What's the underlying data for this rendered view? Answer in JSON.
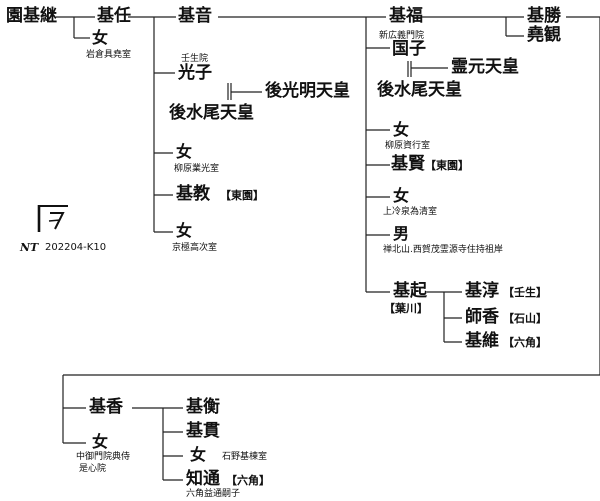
{
  "nodes": {
    "enkitsugu": "園基継",
    "mototada": "基任",
    "mototada_wife": "女",
    "mototada_wife_note": "岩倉具堯室",
    "motone": "基音",
    "motofuku": "基福",
    "motokatsu": "基勝",
    "takami": "堯観",
    "mibu_label": "壬生院",
    "mitsuko": "光子",
    "gokomyo": "後光明天皇",
    "gomizuno_1": "後水尾天皇",
    "daughter_yanagiwara": "女",
    "daughter_yanagiwara_note": "柳原業光室",
    "motonori": "基教",
    "motonori_tag": "【東園】",
    "daughter_kyogoku": "女",
    "daughter_kyogoku_note": "京極高次室",
    "shinkoki_label": "新広義門院",
    "kuniko": "国子",
    "reigen": "霊元天皇",
    "gomizuno_2": "後水尾天皇",
    "daughter_yanagiwara2": "女",
    "daughter_yanagiwara2_note": "柳原資行室",
    "motokata": "基賢",
    "motokata_tag": "【東園】",
    "daughter_reizei": "女",
    "daughter_reizei_note": "上冷泉為清室",
    "son": "男",
    "son_note": "禅北山.西賀茂霊源寺住持祖岸",
    "motooki": "基起",
    "motooki_tag": "【葉川】",
    "motoatsu": "基淳",
    "motoatsu_tag": "【壬生】",
    "moroka": "師香",
    "moroka_tag": "【石山】",
    "motoi": "基維",
    "motoi_tag": "【六角】",
    "motoka": "基香",
    "daughter_naka": "女",
    "daughter_naka_note_1": "中御門院典侍",
    "daughter_naka_note_2": "是心院",
    "motohira": "基衡",
    "motonuki": "基貫",
    "daughter_ishino": "女",
    "daughter_ishino_note": "石野基棟室",
    "tomomichi": "知通",
    "tomomichi_tag": "【六角】",
    "tomomichi_note": "六角益通嗣子"
  },
  "logo": {
    "initials": "NT",
    "code": "202204-K10"
  }
}
